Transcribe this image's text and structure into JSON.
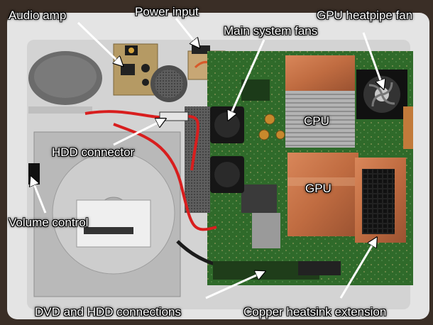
{
  "photo": {
    "subject": "game console mainboard with labeled components",
    "colors": {
      "case_plastic": "#e2e2e2",
      "pcb_green": "#2f6a2a",
      "copper": "#c8764a",
      "aluminum": "#b9b9b9",
      "sata_red": "#d81e1e",
      "label_text": "#ffffff",
      "arrow": "#ffffff"
    }
  },
  "labels": {
    "audio_amp": "Audio amp",
    "power_input": "Power input",
    "main_system_fans": "Main system fans",
    "gpu_heatpipe_fan": "GPU heatpipe fan",
    "cpu": "CPU",
    "hdd_connector": "HDD connector",
    "gpu": "GPU",
    "volume_control": "Volume control",
    "dvd_hdd_connections": "DVD and HDD connections",
    "copper_heatsink_extension": "Copper heatsink extension"
  }
}
